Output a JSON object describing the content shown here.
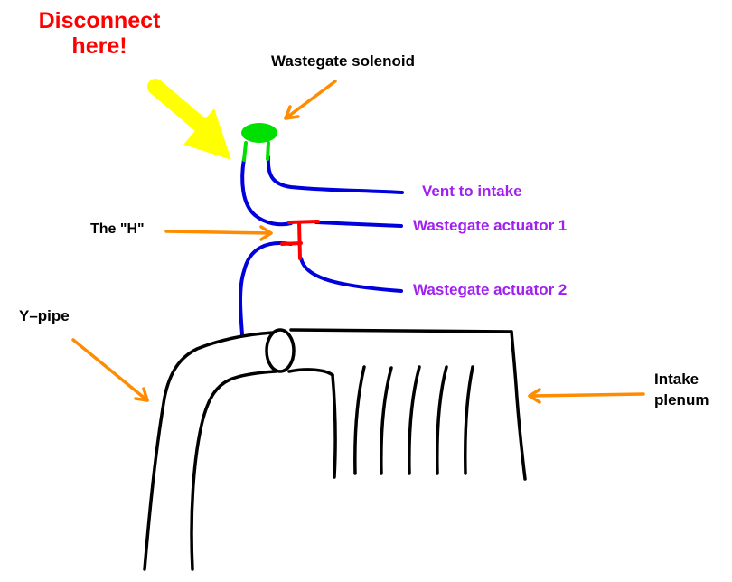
{
  "colors": {
    "callout_red": "#ff0000",
    "label_purple": "#a020f0",
    "arrow_orange": "#ff8c00",
    "highlight_yellow": "#ffff00",
    "solenoid_green": "#00e000",
    "hose_blue": "#0000dd",
    "h_fitting_red": "#ff0000",
    "outline_black": "#000000"
  },
  "callout": {
    "line1": "Disconnect",
    "line2": "here!"
  },
  "labels": {
    "wastegate_solenoid": "Wastegate solenoid",
    "vent_to_intake": "Vent to intake",
    "the_h": "The \"H\"",
    "wastegate_actuator_1": "Wastegate actuator 1",
    "wastegate_actuator_2": "Wastegate actuator 2",
    "y_pipe": "Y–pipe",
    "intake_line1": "Intake",
    "intake_line2": "plenum"
  },
  "icons": {
    "pointer_arrow": "arrow-icon",
    "highlight_arrow": "big-arrow-icon"
  }
}
